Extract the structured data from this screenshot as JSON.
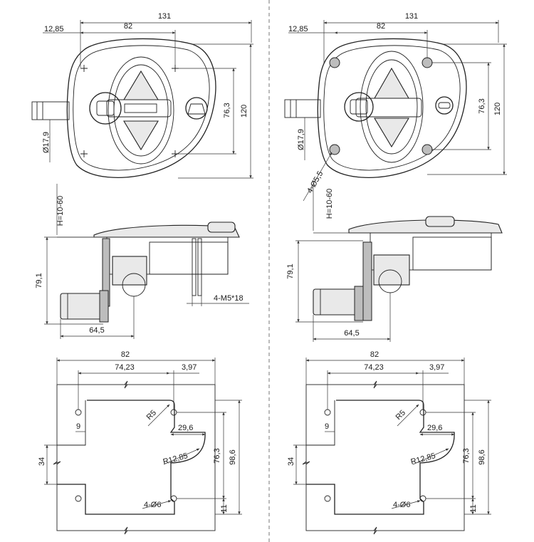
{
  "diagram": {
    "left": {
      "top_view": {
        "overall_width": "131",
        "hole_spacing": "82",
        "edge_offset": "12,85",
        "hole_vertical": "76,3",
        "overall_height": "120",
        "shaft_diameter": "Ø17,9"
      },
      "side_view": {
        "panel_thickness": "H=10-60",
        "depth": "79,1",
        "length": "64,5",
        "screws": "4-M5*18"
      },
      "cutout": {
        "width": "82",
        "hole_spacing": "74,23",
        "offset": "3,97",
        "corner_radius": "R5",
        "inner_offset": "9",
        "notch_width": "29,6",
        "notch_radius": "R12,85",
        "notch_height": "34",
        "hole_vertical": "76,3",
        "overall_height": "98,6",
        "holes": "4-Ø6",
        "bottom_offset": "11"
      }
    },
    "right": {
      "top_view": {
        "overall_width": "131",
        "hole_spacing": "82",
        "edge_offset": "12,85",
        "hole_vertical": "76,3",
        "overall_height": "120",
        "shaft_diameter": "Ø17,9",
        "holes": "4-Ø5,5"
      },
      "side_view": {
        "panel_thickness": "H=10-60",
        "depth": "79,1",
        "length": "64,5"
      },
      "cutout": {
        "width": "82",
        "hole_spacing": "74,23",
        "offset": "3,97",
        "corner_radius": "R5",
        "inner_offset": "9",
        "notch_width": "29,6",
        "notch_radius": "R12,85",
        "notch_height": "34",
        "hole_vertical": "76,3",
        "overall_height": "98,6",
        "holes": "4-Ø6",
        "bottom_offset": "11"
      }
    }
  }
}
